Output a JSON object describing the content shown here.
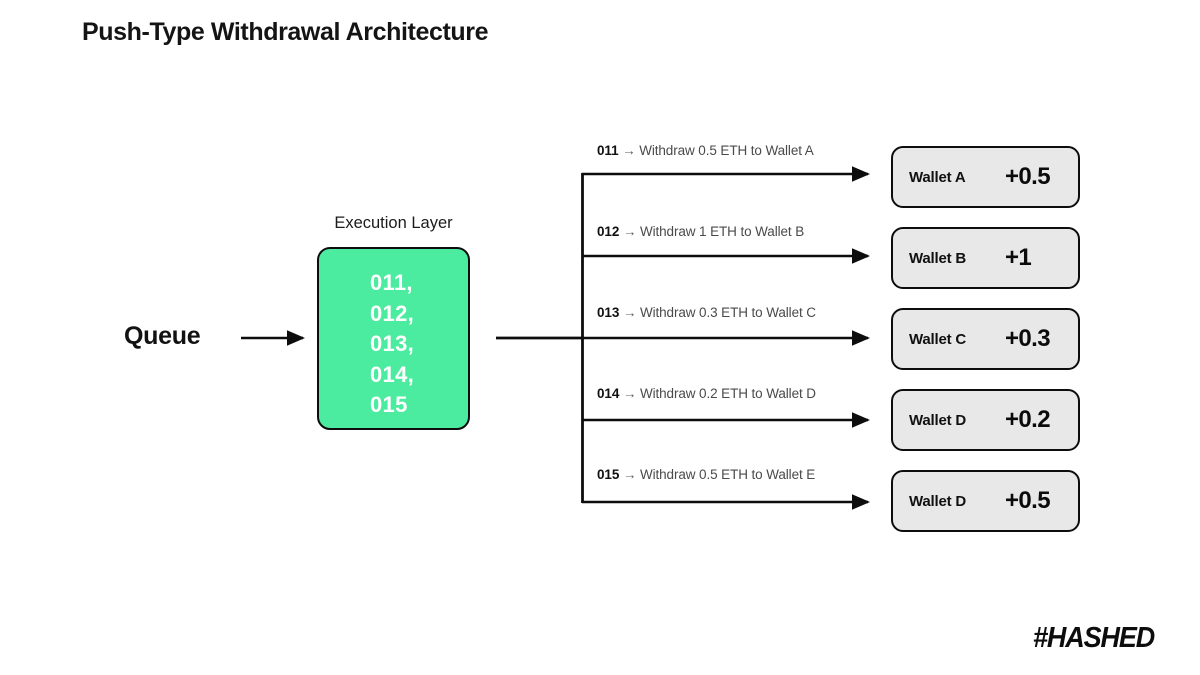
{
  "page": {
    "title": "Push-Type Withdrawal Architecture",
    "background_color": "#ffffff"
  },
  "colors": {
    "accent_green": "#4BEC9F",
    "wallet_fill": "#E8E8E8",
    "stroke": "#0d0d0d",
    "label_text": "#4a4a4a",
    "title_text": "#141414"
  },
  "queue": {
    "label": "Queue"
  },
  "execution_layer": {
    "caption": "Execution Layer",
    "items": "011,\n012,\n013,\n014,\n015",
    "item_list": [
      "011,",
      "012,",
      "013,",
      "014,",
      "015"
    ]
  },
  "flows": [
    {
      "id": "011",
      "arrow": " → ",
      "text": "Withdraw 0.5 ETH to Wallet A",
      "full": "011 → Withdraw 0.5 ETH to Wallet A"
    },
    {
      "id": "012",
      "arrow": " → ",
      "text": "Withdraw 1 ETH to Wallet B",
      "full": "012 → Withdraw 1 ETH to Wallet B"
    },
    {
      "id": "013",
      "arrow": " → ",
      "text": "Withdraw 0.3 ETH to Wallet C",
      "full": "013 → Withdraw 0.3 ETH to Wallet C"
    },
    {
      "id": "014",
      "arrow": " → ",
      "text": "Withdraw 0.2 ETH to Wallet D",
      "full": "014 → Withdraw 0.2 ETH to Wallet D"
    },
    {
      "id": "015",
      "arrow": " → ",
      "text": "Withdraw 0.5 ETH to Wallet E",
      "full": "015 → Withdraw 0.5 ETH to Wallet E"
    }
  ],
  "wallets": [
    {
      "name": "Wallet A",
      "amount": "+0.5"
    },
    {
      "name": "Wallet B",
      "amount": "+1"
    },
    {
      "name": "Wallet C",
      "amount": "+0.3"
    },
    {
      "name": "Wallet D",
      "amount": "+0.2"
    },
    {
      "name": "Wallet D",
      "amount": "+0.5"
    }
  ],
  "branding": {
    "logo_text": "#HASHED"
  }
}
